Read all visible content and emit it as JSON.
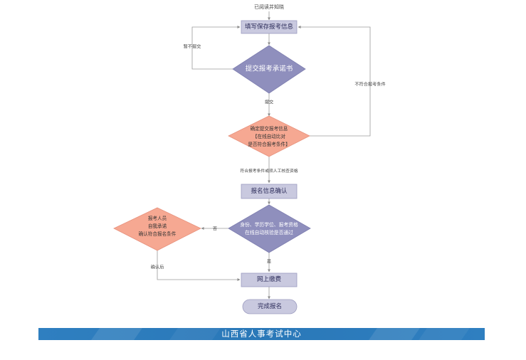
{
  "flow": {
    "top_label": "已阅读并知晓",
    "step_fill_info": "填写保存报考信息",
    "step_submit_pledge": "提交报考承诺书",
    "edge_not_submit": "暂不提交",
    "edge_submit": "提交",
    "edge_not_qualified": "不符合报考条件",
    "confirm_info_lines": [
      "确定提交报考信息",
      "【在线自动比对",
      "是否符合报考条件】"
    ],
    "edge_qualified_or_manual": "符合报考条件或须人工核查资格",
    "step_registration_confirm": "报名信息确认",
    "verify_lines": [
      "身份、学历学位、报考资格",
      "在线自动核验是否通过"
    ],
    "edge_no": "否",
    "self_pledge_lines": [
      "报考人员",
      "自我承诺",
      "确认符合报名条件"
    ],
    "edge_after_confirm": "确认后",
    "edge_yes": "是",
    "step_online_payment": "网上缴费",
    "step_complete": "完成报名"
  },
  "footer": {
    "title": "山西省人事考试中心"
  },
  "colors": {
    "box_fill": "#c9c9df",
    "box_stroke": "#9c9cc0",
    "diamond_fill": "#8f8fbd",
    "pink_fill": "#f6a892",
    "pink_stroke": "#e7917c",
    "line": "#9a9a9a",
    "footer_bg": "#2f7fc0"
  }
}
